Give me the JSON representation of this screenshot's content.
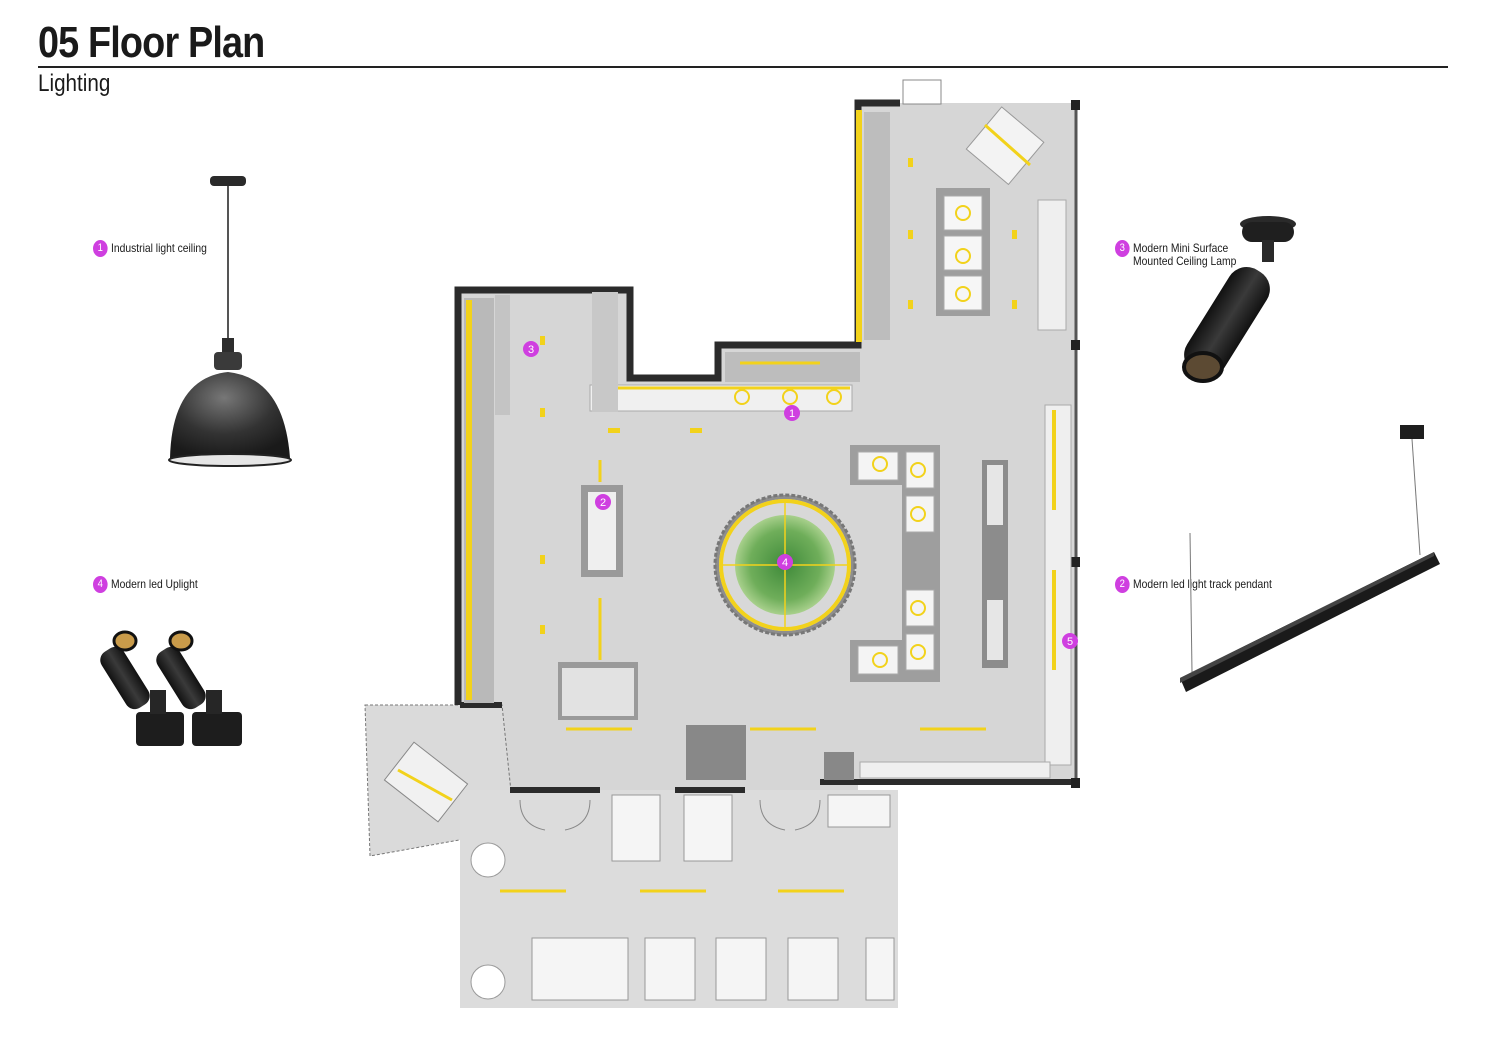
{
  "header": {
    "title": "05 Floor Plan",
    "subtitle": "Lighting"
  },
  "legend": [
    {
      "number": "1",
      "label": "Industrial light ceiling"
    },
    {
      "number": "2",
      "label": "Modern led light track pendant"
    },
    {
      "number": "3",
      "label": "Modern Mini Surface\nMounted Ceiling Lamp"
    },
    {
      "number": "4",
      "label": "Modern led Uplight"
    }
  ],
  "plan_markers": [
    "1",
    "2",
    "3",
    "4",
    "5"
  ],
  "colors": {
    "marker": "#cf3fe0",
    "light_yellow": "#f2d21b",
    "wall": "#2b2b2b",
    "floor": "#d9d9d9",
    "plant": "#6fae5a"
  },
  "icons": [
    "pendant-dome-lamp-icon",
    "surface-spot-lamp-icon",
    "linear-pendant-icon",
    "uplight-pair-icon"
  ]
}
